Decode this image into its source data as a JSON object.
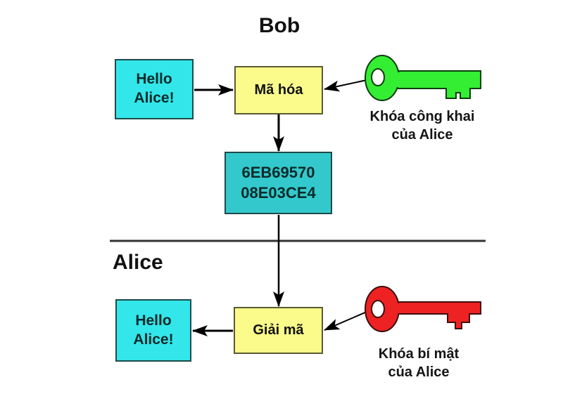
{
  "sections": {
    "bob": {
      "label": "Bob"
    },
    "alice": {
      "label": "Alice"
    }
  },
  "bob_side": {
    "plaintext": {
      "line1": "Hello",
      "line2": "Alice!"
    },
    "encrypt": {
      "label": "Mã hóa"
    },
    "public_key": {
      "caption_line1": "Khóa công khai",
      "caption_line2": "của Alice",
      "color": "#33ee33"
    }
  },
  "ciphertext": {
    "line1": "6EB69570",
    "line2": "08E03CE4"
  },
  "alice_side": {
    "plaintext": {
      "line1": "Hello",
      "line2": "Alice!"
    },
    "decrypt": {
      "label": "Giải mã"
    },
    "private_key": {
      "caption_line1": "Khóa bí mật",
      "caption_line2": "của Alice",
      "color": "#ee2222"
    }
  },
  "colors": {
    "plaintext_box": "#33e6ea",
    "cipher_box": "#33c9cc",
    "process_box": "#fbfb8c"
  }
}
